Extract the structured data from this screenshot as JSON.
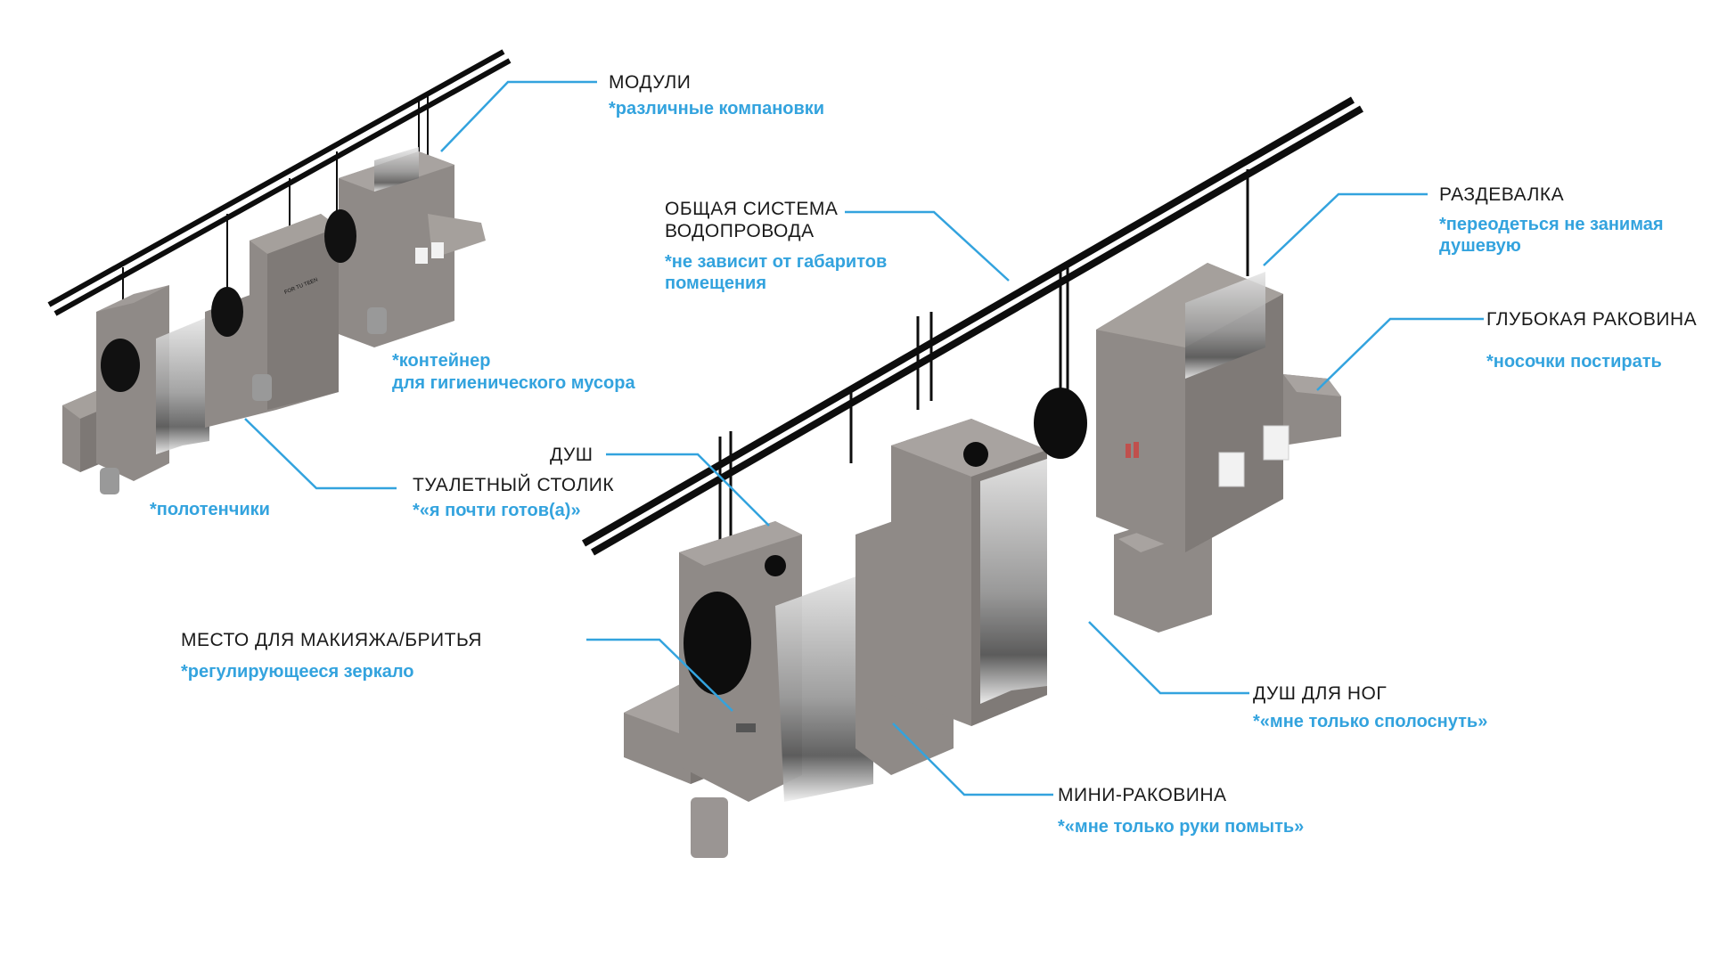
{
  "colors": {
    "accent": "#33a3de",
    "text": "#1a1a1a",
    "fixture": "#8f8a87",
    "pipe": "#0d0d0d"
  },
  "labels": {
    "modules": {
      "title": "МОДУЛИ",
      "note": "*различные компановки"
    },
    "container": {
      "note_line1": "*контейнер",
      "note_line2": "для гигиенического мусора"
    },
    "towels": {
      "note": "*полотенчики"
    },
    "vanity": {
      "title": "ТУАЛЕТНЫЙ СТОЛИК",
      "note": "*«я почти готов(а)»"
    },
    "water_system": {
      "title_line1": "ОБЩАЯ СИСТЕМА",
      "title_line2": "ВОДОПРОВОДА",
      "note_line1": "*не зависит от габаритов",
      "note_line2": "помещения"
    },
    "changing_room": {
      "title": "РАЗДЕВАЛКА",
      "note_line1": "*переодеться не занимая",
      "note_line2": "душевую"
    },
    "deep_sink": {
      "title": "ГЛУБОКАЯ РАКОВИНА",
      "note": "*носочки постирать"
    },
    "shower": {
      "title": "ДУШ"
    },
    "makeup": {
      "title": "МЕСТО ДЛЯ МАКИЯЖА/БРИТЬЯ",
      "note": "*регулирующееся зеркало"
    },
    "foot_shower": {
      "title": "ДУШ ДЛЯ НОГ",
      "note": "*«мне только сполоснуть»"
    },
    "mini_sink": {
      "title": "МИНИ-РАКОВИНА",
      "note": "*«мне только руки помыть»"
    }
  },
  "small_module_sign": "FOR TU TEEN"
}
